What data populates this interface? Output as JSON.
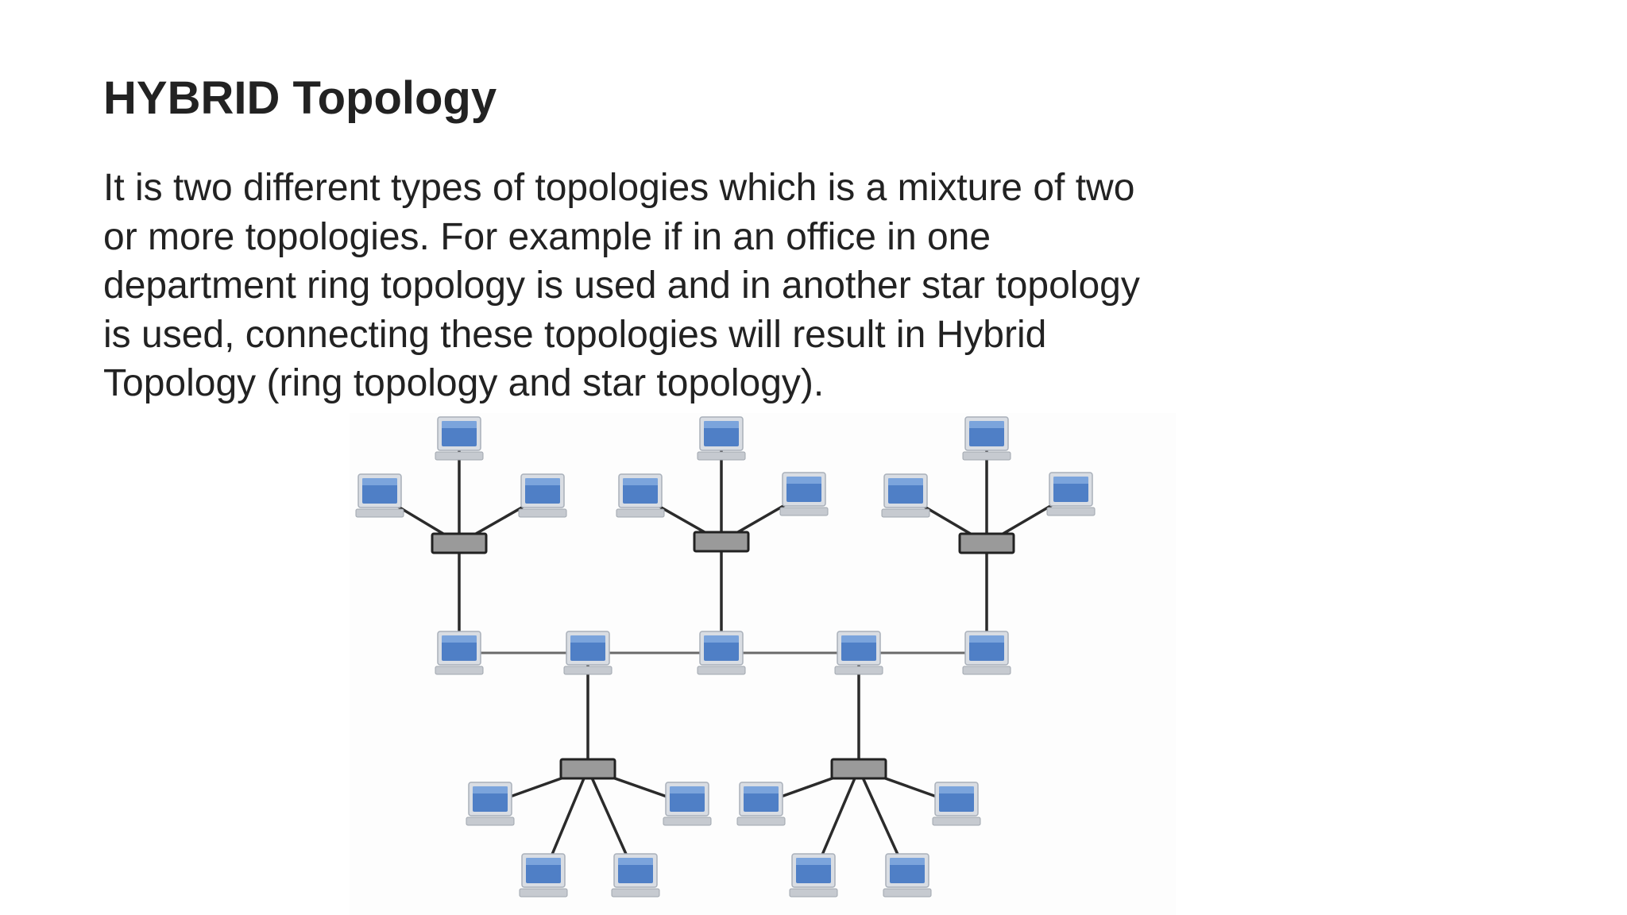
{
  "slide": {
    "title": "HYBRID Topology",
    "body_lines": [
      "It is two different types of topologies which is a mixture of two",
      "or more topologies. For example if in an office in one",
      "department ring topology is used and in another star topology",
      "is used, connecting these topologies will result in Hybrid",
      "Topology (ring topology and star topology)."
    ]
  },
  "diagram": {
    "icons": {
      "node": "computer-icon",
      "hub": "hub-icon"
    },
    "colors": {
      "screen": "#4f7fc6",
      "hub": "#9a9a9a",
      "link": "#2b2b2b"
    }
  }
}
